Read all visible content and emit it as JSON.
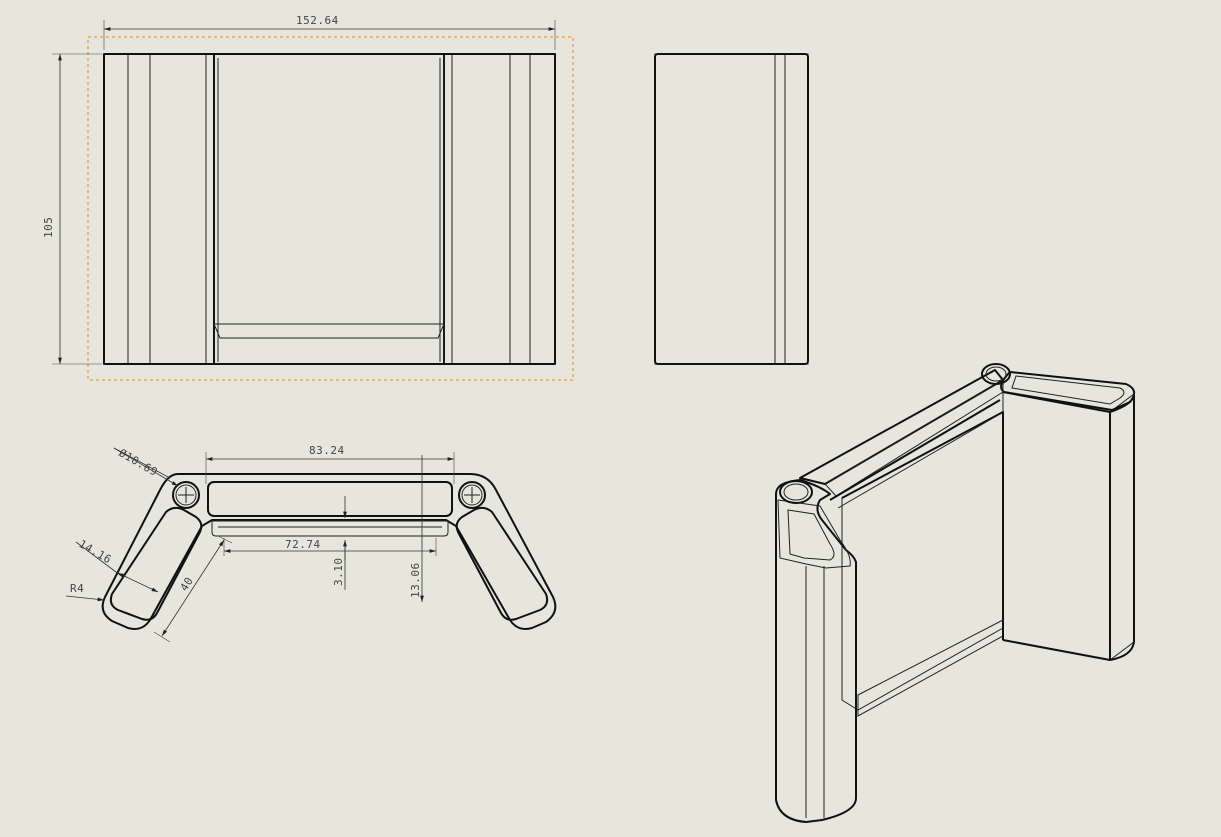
{
  "drawing": {
    "top_text": "",
    "dimensions": {
      "overall_width": "152.64",
      "overall_height": "105",
      "diameter": "Ø10.69",
      "center_span": "83.24",
      "inner_width": "72.74",
      "radius": "R4",
      "side_width": "14.16",
      "side_length": "40",
      "lip_thickness": "3.10",
      "section_depth": "13.06"
    }
  },
  "colors": {
    "background": "#e6e6dc",
    "purple_face": "#a495a3",
    "light_purple": "#c7bdc9",
    "grey_face": "#d4d4d4",
    "selection_box": "#e8891a",
    "iso_purple": "#b5a5bd",
    "iso_grey": "#9c9c9c"
  }
}
